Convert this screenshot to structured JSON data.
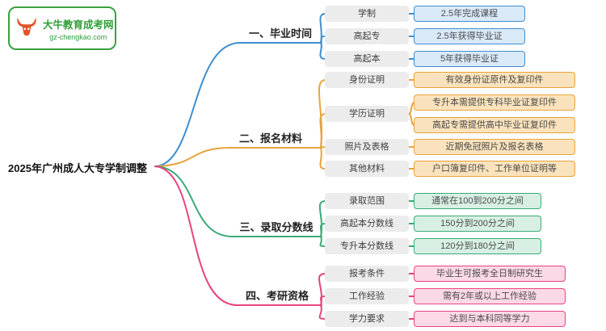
{
  "page": {
    "background": "#ffffff"
  },
  "logo": {
    "title": "大牛教育成考网",
    "subtitle": "gz-chengkao.com",
    "icon": "bull-icon",
    "border_color": "#3aa13f",
    "text_color": "#2e9e36",
    "icon_color": "#e2542a"
  },
  "root": {
    "title": "2025年广州成人大专学制调整"
  },
  "branches": [
    {
      "label": "一、毕业时间",
      "color": "#3e8ed0",
      "fill": "#d9e9f8",
      "items": [
        {
          "label": "学制",
          "values": [
            "2.5年完成课程"
          ]
        },
        {
          "label": "高起专",
          "values": [
            "2.5年获得毕业证"
          ]
        },
        {
          "label": "高起本",
          "values": [
            "5年获得毕业证"
          ]
        }
      ]
    },
    {
      "label": "二、报名材料",
      "color": "#e8a33c",
      "fill": "#fae3bc",
      "items": [
        {
          "label": "身份证明",
          "values": [
            "有效身份证原件及复印件"
          ]
        },
        {
          "label": "学历证明",
          "values": [
            "专升本需提供专科毕业证复印件",
            "高起专需提供高中毕业证复印件"
          ]
        },
        {
          "label": "照片及表格",
          "values": [
            "近期免冠照片及报名表格"
          ]
        },
        {
          "label": "其他材料",
          "values": [
            "户口簿复印件、工作单位证明等"
          ]
        }
      ]
    },
    {
      "label": "三、录取分数线",
      "color": "#3aaa77",
      "fill": "#d8f0e3",
      "items": [
        {
          "label": "录取范围",
          "values": [
            "通常在100到200分之间"
          ]
        },
        {
          "label": "高起本分数线",
          "values": [
            "150分到200分之间"
          ]
        },
        {
          "label": "专升本分数线",
          "values": [
            "120分到180分之间"
          ]
        }
      ]
    },
    {
      "label": "四、考研资格",
      "color": "#e8437f",
      "fill": "#fbd9e7",
      "items": [
        {
          "label": "报考条件",
          "values": [
            "毕业生可报考全日制研究生"
          ]
        },
        {
          "label": "工作经验",
          "values": [
            "需有2年或以上工作经验"
          ]
        },
        {
          "label": "学力要求",
          "values": [
            "达到与本科同等学力"
          ]
        }
      ]
    }
  ]
}
